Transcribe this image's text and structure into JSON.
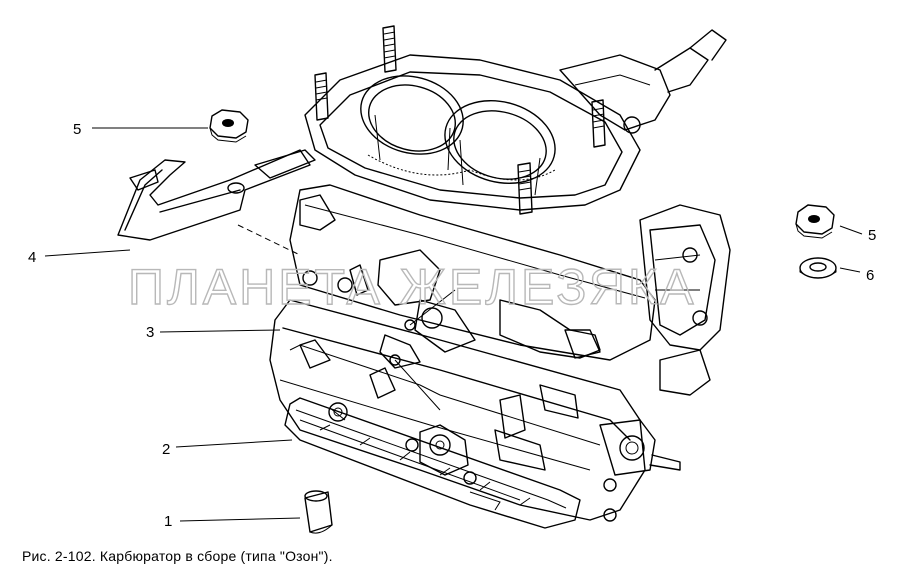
{
  "caption": "Рис. 2-102. Карбюратор в сборе (типа \"Озон\").",
  "watermark": "ПЛАНЕТА ЖЕЛЕЗЯКА",
  "callouts": [
    {
      "id": "1",
      "label": "1"
    },
    {
      "id": "2",
      "label": "2"
    },
    {
      "id": "3",
      "label": "3"
    },
    {
      "id": "4",
      "label": "4"
    },
    {
      "id": "5-left",
      "label": "5"
    },
    {
      "id": "5-right",
      "label": "5"
    },
    {
      "id": "6",
      "label": "6"
    }
  ]
}
